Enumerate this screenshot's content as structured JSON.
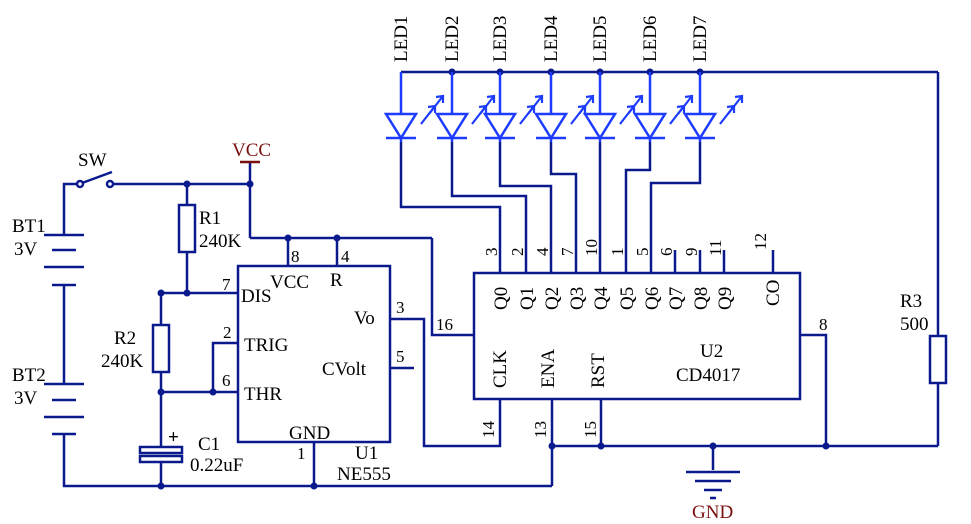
{
  "colors": {
    "wire": "#0a1a8c",
    "led": "#1e3cff",
    "power_label": "#7a1010",
    "text": "#000000"
  },
  "switch": {
    "label": "SW"
  },
  "batteries": [
    {
      "ref": "BT1",
      "value": "3V"
    },
    {
      "ref": "BT2",
      "value": "3V"
    }
  ],
  "vcc": {
    "label": "VCC"
  },
  "gnd": {
    "label": "GND"
  },
  "resistors": [
    {
      "ref": "R1",
      "value": "240K"
    },
    {
      "ref": "R2",
      "value": "240K"
    },
    {
      "ref": "R3",
      "value": "500"
    }
  ],
  "capacitor": {
    "ref": "C1",
    "value": "0.22uF",
    "polarity": "+"
  },
  "ne555": {
    "ref": "U1",
    "part": "NE555",
    "pins": {
      "vcc": {
        "name": "VCC",
        "num": "8"
      },
      "reset": {
        "name": "R",
        "num": "4"
      },
      "dis": {
        "name": "DIS",
        "num": "7"
      },
      "trig": {
        "name": "TRIG",
        "num": "2"
      },
      "thr": {
        "name": "THR",
        "num": "6"
      },
      "vo": {
        "name": "Vo",
        "num": "3"
      },
      "cvolt": {
        "name": "CVolt",
        "num": "5"
      },
      "gnd": {
        "name": "GND",
        "num": "1"
      }
    }
  },
  "cd4017": {
    "ref": "U2",
    "part": "CD4017",
    "outputs": [
      {
        "name": "Q0",
        "num": "3"
      },
      {
        "name": "Q1",
        "num": "2"
      },
      {
        "name": "Q2",
        "num": "4"
      },
      {
        "name": "Q3",
        "num": "7"
      },
      {
        "name": "Q4",
        "num": "10"
      },
      {
        "name": "Q5",
        "num": "1"
      },
      {
        "name": "Q6",
        "num": "5"
      },
      {
        "name": "Q7",
        "num": "6"
      },
      {
        "name": "Q8",
        "num": "9"
      },
      {
        "name": "Q9",
        "num": "11"
      }
    ],
    "co": {
      "name": "CO",
      "num": "12"
    },
    "clk": {
      "name": "CLK",
      "num": "16"
    },
    "ena": {
      "name": "ENA",
      "num": "13"
    },
    "rst": {
      "name": "RST",
      "num": "15"
    },
    "clk_side_pin": "14",
    "gnd_pin": "8"
  },
  "leds": [
    "LED1",
    "LED2",
    "LED3",
    "LED4",
    "LED5",
    "LED6",
    "LED7"
  ]
}
